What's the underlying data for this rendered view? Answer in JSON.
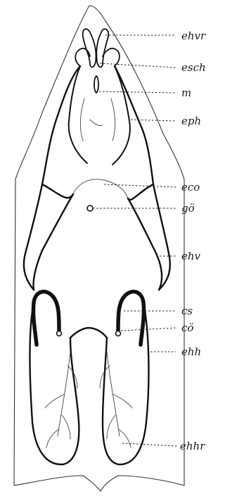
{
  "figure": {
    "labels": [
      {
        "id": "ehvr",
        "text": "ehvr"
      },
      {
        "id": "esch",
        "text": "esch"
      },
      {
        "id": "m",
        "text": "m"
      },
      {
        "id": "eph",
        "text": "eph"
      },
      {
        "id": "eco",
        "text": "eco"
      },
      {
        "id": "go",
        "text": "gö"
      },
      {
        "id": "ehv",
        "text": "ehv"
      },
      {
        "id": "cs",
        "text": "cs"
      },
      {
        "id": "co",
        "text": "cö"
      },
      {
        "id": "ehh",
        "text": "ehh"
      },
      {
        "id": "ehhr",
        "text": "ehhr"
      }
    ]
  }
}
